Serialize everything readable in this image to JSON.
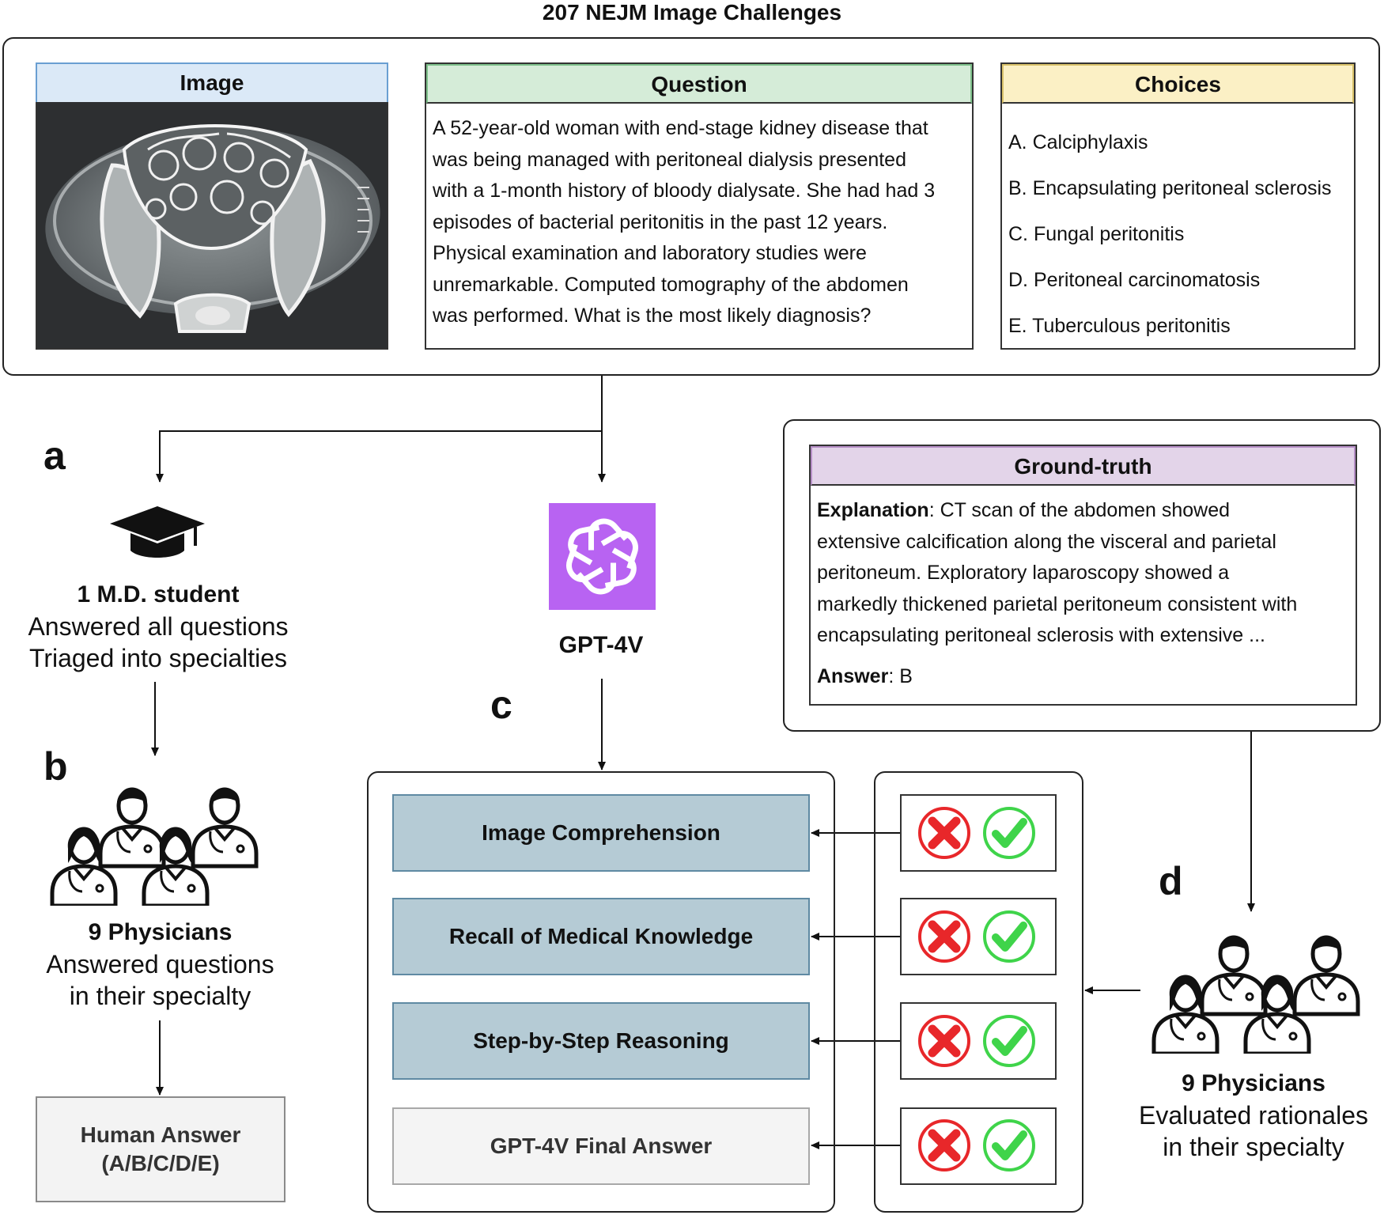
{
  "title": "207 NEJM Image Challenges",
  "image_panel": {
    "header": "Image"
  },
  "question_panel": {
    "header": "Question",
    "lines": [
      "A 52-year-old woman with end-stage kidney disease that",
      "was being managed with peritoneal dialysis presented",
      "with a 1-month history of bloody dialysate. She had had 3",
      "episodes of bacterial peritonitis in the past 12 years.",
      "Physical examination and laboratory studies were",
      "unremarkable. Computed tomography of the abdomen",
      "was performed. What is the most likely diagnosis?"
    ]
  },
  "choices_panel": {
    "header": "Choices",
    "items": [
      "A. Calciphylaxis",
      "B. Encapsulating peritoneal sclerosis",
      "C. Fungal peritonitis",
      "D. Peritoneal carcinomatosis",
      "E. Tuberculous peritonitis"
    ]
  },
  "labels": {
    "a": "a",
    "b": "b",
    "c": "c",
    "d": "d"
  },
  "student": {
    "title": "1 M.D. student",
    "line1": "Answered all questions",
    "line2": "Triaged into specialties"
  },
  "physicians_left": {
    "title": "9 Physicians",
    "line1": "Answered questions",
    "line2": "in their specialty"
  },
  "human_answer": {
    "line1": "Human Answer",
    "line2": "(A/B/C/D/E)"
  },
  "gpt": {
    "label": "GPT-4V"
  },
  "ground_truth": {
    "header": "Ground-truth",
    "explanation_label": "Explanation",
    "explanation_lines": [
      ": CT scan of the abdomen showed",
      "extensive calcification along the visceral and parietal",
      "peritoneum. Exploratory laparoscopy showed a",
      "markedly thickened parietal peritoneum consistent with",
      "encapsulating peritoneal sclerosis with extensive ..."
    ],
    "answer_label": "Answer",
    "answer_value": ": B"
  },
  "steps": [
    "Image Comprehension",
    "Recall of Medical Knowledge",
    "Step-by-Step Reasoning",
    "GPT-4V Final Answer"
  ],
  "physicians_right": {
    "title": "9 Physicians",
    "line1": "Evaluated rationales",
    "line2": "in their specialty"
  },
  "colors": {
    "wrong": "#e8272a",
    "correct": "#3fd44a",
    "gpt_logo_bg": "#b863f2",
    "step_fill": "#b5cbd5"
  },
  "icons": [
    "graduation-cap-icon",
    "physicians-group-icon",
    "openai-logo-icon",
    "cross-mark-icon",
    "check-mark-icon"
  ]
}
